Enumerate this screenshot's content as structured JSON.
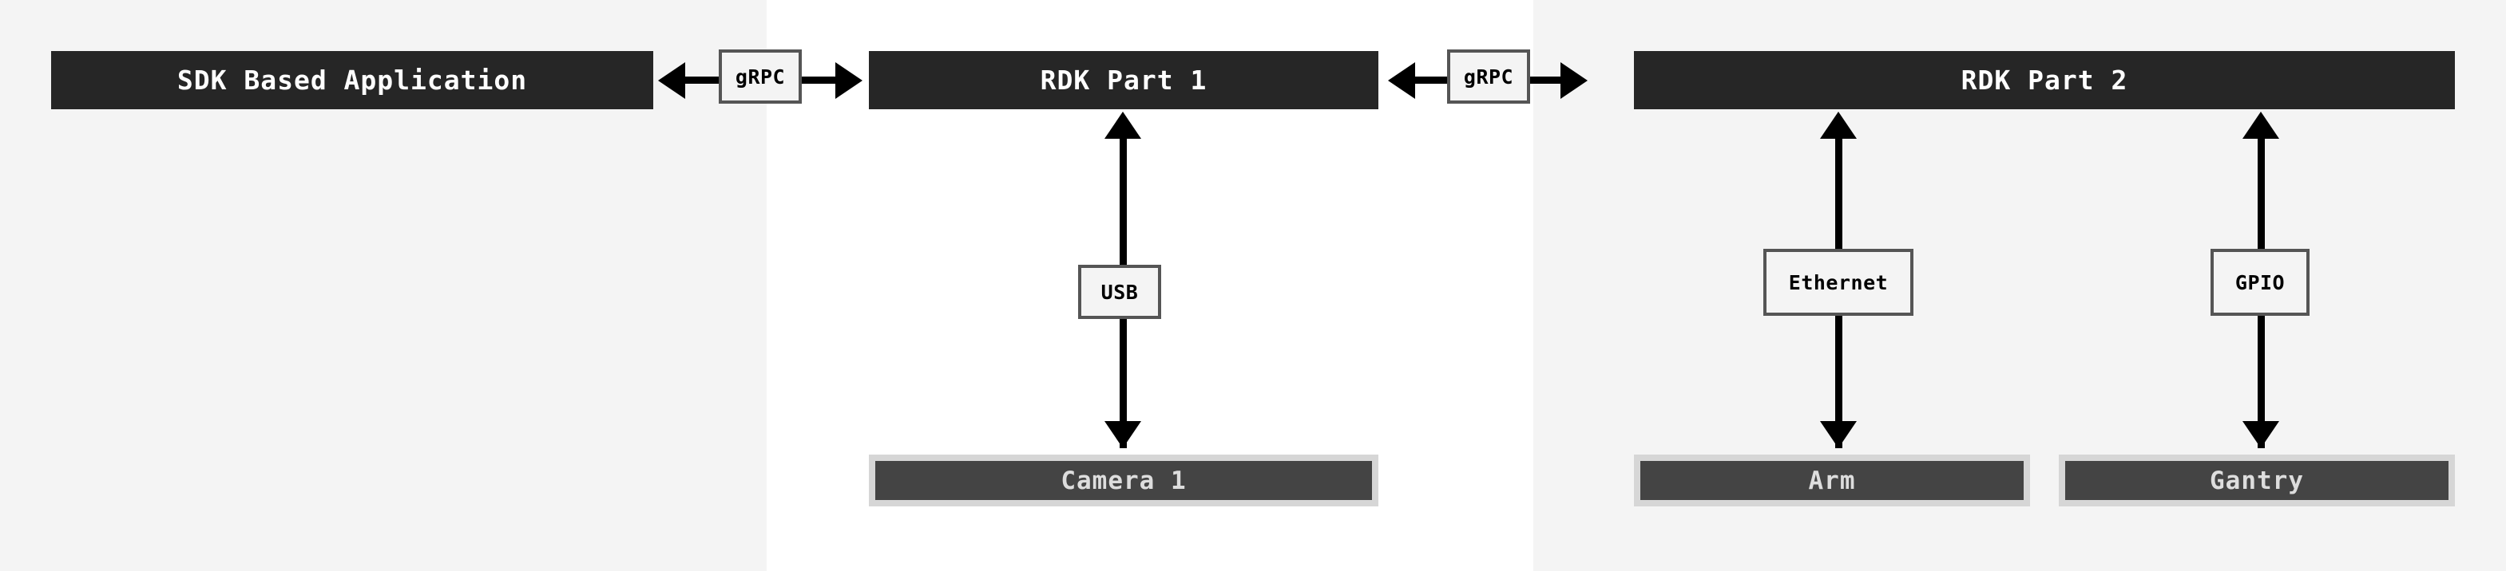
{
  "diagram": {
    "background_bands": [
      "#f4f4f4",
      "#ffffff",
      "#f4f4f4"
    ],
    "colors": {
      "node_dark_fill": "#262626",
      "node_dark_text": "#ffffff",
      "device_fill": "#444444",
      "device_border": "#d6d6d6",
      "device_text": "#dddddd",
      "label_fill": "#f4f4f4",
      "label_border": "#555555",
      "arrow": "#000000"
    },
    "nodes": {
      "sdk_app": {
        "label": "SDK Based Application"
      },
      "rdk_part1": {
        "label": "RDK Part 1"
      },
      "rdk_part2": {
        "label": "RDK Part 2"
      },
      "camera1": {
        "label": "Camera 1"
      },
      "arm": {
        "label": "Arm"
      },
      "gantry": {
        "label": "Gantry"
      }
    },
    "edge_labels": {
      "grpc_left": "gRPC",
      "grpc_right": "gRPC",
      "usb": "USB",
      "ethernet": "Ethernet",
      "gpio": "GPIO"
    }
  }
}
